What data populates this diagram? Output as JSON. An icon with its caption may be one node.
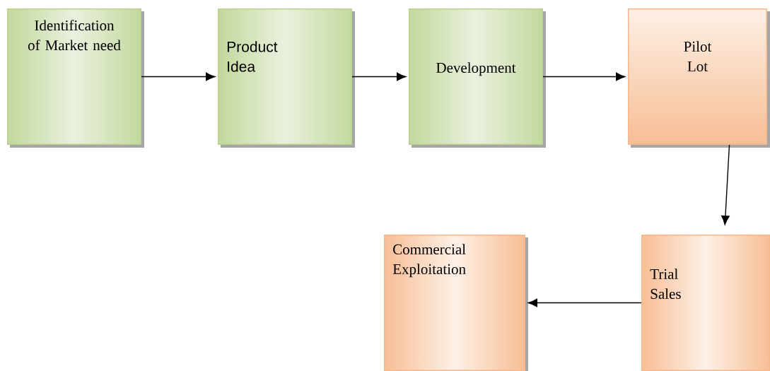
{
  "diagram": {
    "nodes": [
      {
        "text": [
          "Identification of Market need"
        ]
      },
      {
        "text": [
          "Product Idea"
        ]
      },
      {
        "text": [
          "Development"
        ]
      },
      {
        "text": [
          "Pilot Lot"
        ]
      },
      {
        "text": [
          "Commercial Exploitation"
        ]
      },
      {
        "text": [
          "Trial Sales"
        ]
      }
    ],
    "edges": [
      {
        "from": 0,
        "to": 1,
        "arrow": "to"
      },
      {
        "from": 1,
        "to": 2,
        "arrow": "to"
      },
      {
        "from": 2,
        "to": 3,
        "arrow": "to"
      },
      {
        "from": 3,
        "to": 5,
        "arrow": "to"
      },
      {
        "from": 5,
        "to": 4,
        "arrow": "to"
      }
    ]
  }
}
